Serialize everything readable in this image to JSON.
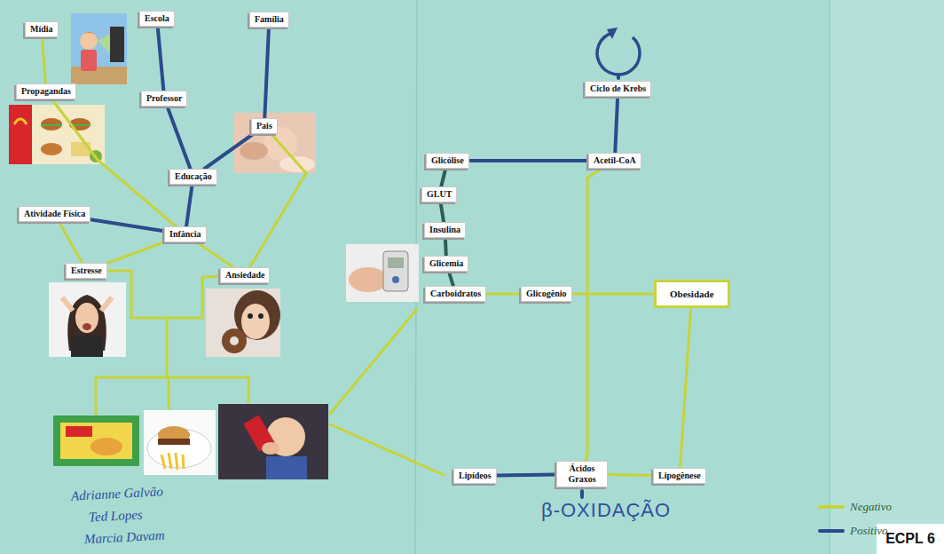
{
  "diagram": {
    "nodes": [
      {
        "text": [
          "Mídia"
        ]
      },
      {
        "text": [
          "Escola"
        ]
      },
      {
        "text": [
          "Família"
        ]
      },
      {
        "text": [
          "Propagandas"
        ]
      },
      {
        "text": [
          "Professor"
        ]
      },
      {
        "text": [
          "Pais"
        ]
      },
      {
        "text": [
          "Educação"
        ]
      },
      {
        "text": [
          "Atividade Física"
        ]
      },
      {
        "text": [
          "Infância"
        ]
      },
      {
        "text": [
          "Estresse"
        ]
      },
      {
        "text": [
          "Ansiedade"
        ]
      },
      {
        "text": [
          "Ciclo de Krebs"
        ]
      },
      {
        "text": [
          "Glicólise"
        ]
      },
      {
        "text": [
          "Acetil-CoA"
        ]
      },
      {
        "text": [
          "GLUT"
        ]
      },
      {
        "text": [
          "Insulina"
        ]
      },
      {
        "text": [
          "Glicemia"
        ]
      },
      {
        "text": [
          "Carboidratos"
        ]
      },
      {
        "text": [
          "Glicogênio"
        ]
      },
      {
        "text": [
          "Obesidade"
        ]
      },
      {
        "text": [
          "Lipídeos"
        ]
      },
      {
        "text": [
          "Ácidos Graxos"
        ]
      },
      {
        "text": [
          "Lipogênese"
        ]
      }
    ],
    "edges": [
      {
        "from": 0,
        "to": 3,
        "arrow": "none"
      },
      {
        "from": 1,
        "to": 4,
        "arrow": "none"
      },
      {
        "from": 4,
        "to": 6,
        "arrow": "none"
      },
      {
        "from": 2,
        "to": 5,
        "arrow": "none"
      },
      {
        "from": 5,
        "to": 6,
        "arrow": "none"
      },
      {
        "from": 6,
        "to": 8,
        "arrow": "none"
      },
      {
        "from": 7,
        "to": 8,
        "arrow": "none"
      },
      {
        "from": 3,
        "to": 8,
        "arrow": "none"
      },
      {
        "from": 7,
        "to": 9,
        "arrow": "none"
      },
      {
        "from": 8,
        "to": 9,
        "arrow": "none"
      },
      {
        "from": 8,
        "to": 10,
        "arrow": "none"
      },
      {
        "from": 5,
        "to": 10,
        "arrow": "none"
      },
      {
        "from": 9,
        "to": 10,
        "arrow": "none"
      },
      {
        "from": 12,
        "to": 14,
        "arrow": "none"
      },
      {
        "from": 14,
        "to": 15,
        "arrow": "none"
      },
      {
        "from": 15,
        "to": 16,
        "arrow": "none"
      },
      {
        "from": 16,
        "to": 17,
        "arrow": "none"
      },
      {
        "from": 12,
        "to": 13,
        "arrow": "none"
      },
      {
        "from": 13,
        "to": 11,
        "arrow": "none"
      },
      {
        "from": 13,
        "to": 21,
        "arrow": "none"
      },
      {
        "from": 17,
        "to": 18,
        "arrow": "none"
      },
      {
        "from": 18,
        "to": 19,
        "arrow": "none"
      },
      {
        "from": 19,
        "to": 22,
        "arrow": "none"
      },
      {
        "from": 20,
        "to": 21,
        "arrow": "none"
      },
      {
        "from": 21,
        "to": 22,
        "arrow": "none"
      }
    ],
    "labels": [
      "β-OXIDAÇÃO",
      "ECPL 6",
      "Adrianne Galvão",
      "Ted Lopes",
      "Marcia Davam"
    ],
    "legend": [
      {
        "text": "Negativo"
      },
      {
        "text": "Positivo"
      }
    ]
  }
}
